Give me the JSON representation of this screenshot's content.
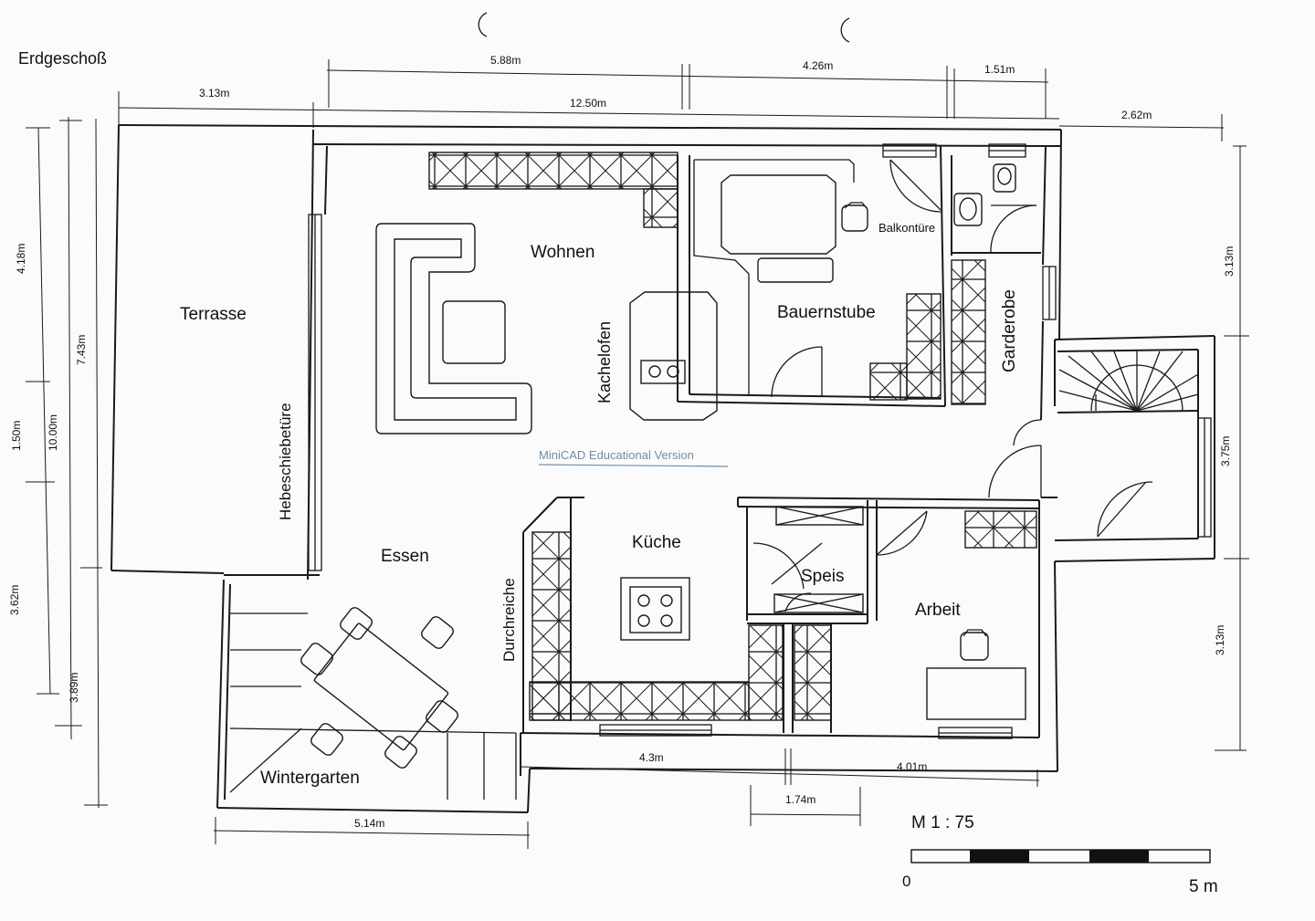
{
  "title": "Erdgeschoß",
  "rooms": {
    "terrasse": "Terrasse",
    "wohnen": "Wohnen",
    "bauernstube": "Bauernstube",
    "essen": "Essen",
    "kueche": "Küche",
    "speis": "Speis",
    "arbeit": "Arbeit",
    "wintergarten": "Wintergarten",
    "garderobe": "Garderobe"
  },
  "labels": {
    "hebeschiebetuere": "Hebeschiebetüre",
    "kachelofen": "Kachelofen",
    "durchreiche": "Durchreiche",
    "balkontuere": "Balkontüre"
  },
  "watermark": "MiniCAD Educational Version",
  "dimensions": {
    "top_588": "5.88m",
    "top_426": "4.26m",
    "top_151": "1.51m",
    "top_313": "3.13m",
    "top_1250": "12.50m",
    "right_262": "2.62m",
    "left_418": "4.18m",
    "left_743": "7.43m",
    "left_150": "1.50m",
    "left_1000": "10.00m",
    "left_362": "3.62m",
    "left_389": "3.89m",
    "right_313a": "3.13m",
    "right_375": "3.75m",
    "right_313b": "3.13m",
    "bottom_43": "4.3m",
    "bottom_401": "4.01m",
    "bottom_174": "1.74m",
    "bottom_514": "5.14m"
  },
  "scale": {
    "ratio": "M 1 : 75",
    "start": "0",
    "end": "5 m"
  }
}
